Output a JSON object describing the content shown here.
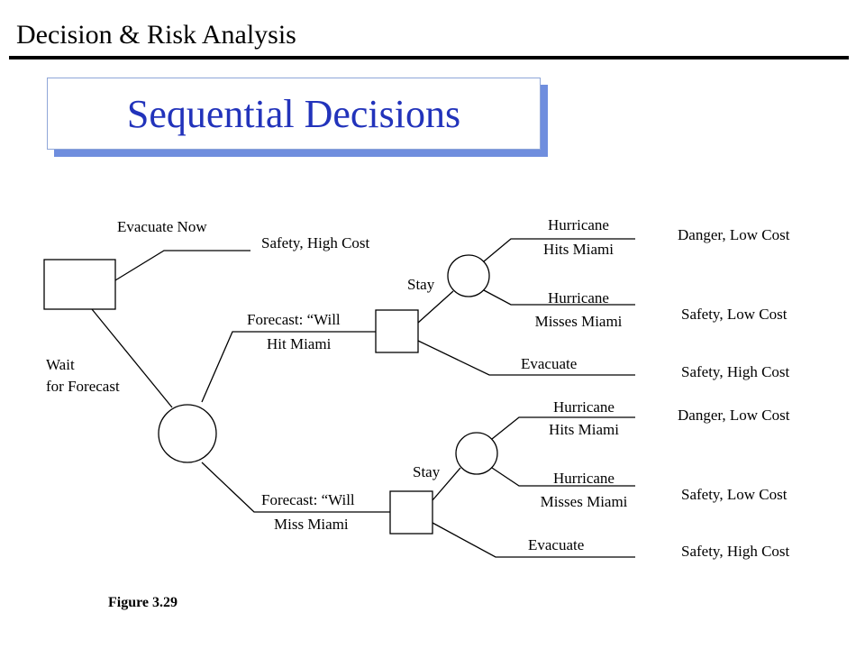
{
  "header": {
    "title": "Decision & Risk Analysis"
  },
  "slide": {
    "title": "Sequential Decisions"
  },
  "tree": {
    "evacuate_now": "Evacuate Now",
    "wait_line1": "Wait",
    "wait_line2": "for Forecast",
    "outcome_safety_high_top": "Safety, High Cost",
    "forecast_hit_line1": "Forecast: “Will",
    "forecast_hit_line2": "Hit Miami",
    "forecast_miss_line1": "Forecast: “Will",
    "forecast_miss_line2": "Miss Miami",
    "upper": {
      "stay": "Stay",
      "evacuate": "Evacuate",
      "hits_line1": "Hurricane",
      "hits_line2": "Hits Miami",
      "misses_line1": "Hurricane",
      "misses_line2": "Misses Miami",
      "outcome_hits": "Danger, Low Cost",
      "outcome_misses": "Safety, Low Cost",
      "outcome_evacuate": "Safety, High Cost"
    },
    "lower": {
      "stay": "Stay",
      "evacuate": "Evacuate",
      "hits_line1": "Hurricane",
      "hits_line2": "Hits Miami",
      "misses_line1": "Hurricane",
      "misses_line2": "Misses Miami",
      "outcome_hits": "Danger, Low Cost",
      "outcome_misses": "Safety, Low Cost",
      "outcome_evacuate": "Safety, High Cost"
    }
  },
  "figure": {
    "caption": "Figure 3.29"
  }
}
